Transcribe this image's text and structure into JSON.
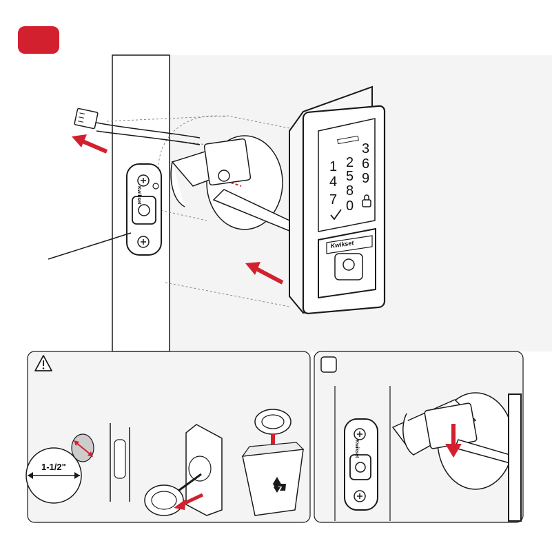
{
  "step_badge": {
    "color": "#d3202f"
  },
  "keypad": {
    "keys": [
      "1",
      "2",
      "3",
      "4",
      "5",
      "6",
      "7",
      "8",
      "9",
      "0"
    ],
    "check_icon": "check-icon",
    "lock_icon": "lock-icon"
  },
  "brand": {
    "name": "Kwikset"
  },
  "measurement": {
    "label": "1-1/2\""
  },
  "icons": {
    "warning": "warning-triangle-icon",
    "recycle": "recycle-icon"
  },
  "colors": {
    "arrow": "#d3202f",
    "line": "#1a1a1a",
    "panel_bg": "#f4f4f4",
    "door_bg": "#f4f4f4"
  }
}
